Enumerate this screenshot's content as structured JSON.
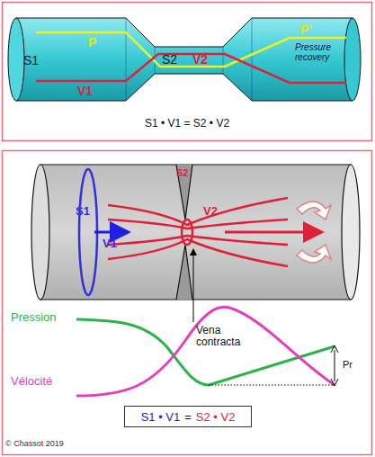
{
  "diagram": {
    "nodes": [
      {
        "text": [
          "S1 • V1",
          "=",
          "S2 • V2"
        ]
      }
    ],
    "labels": [
      "S1",
      "P",
      "V1",
      "S2",
      "V2",
      "P'",
      "Pressure recovery",
      "S1 • V1 = S2 • V2",
      "S1",
      "V1",
      "S2",
      "V2",
      "Vena contracta",
      "Pression",
      "Vélocité",
      "Pr",
      "© Chassot 2019"
    ]
  }
}
